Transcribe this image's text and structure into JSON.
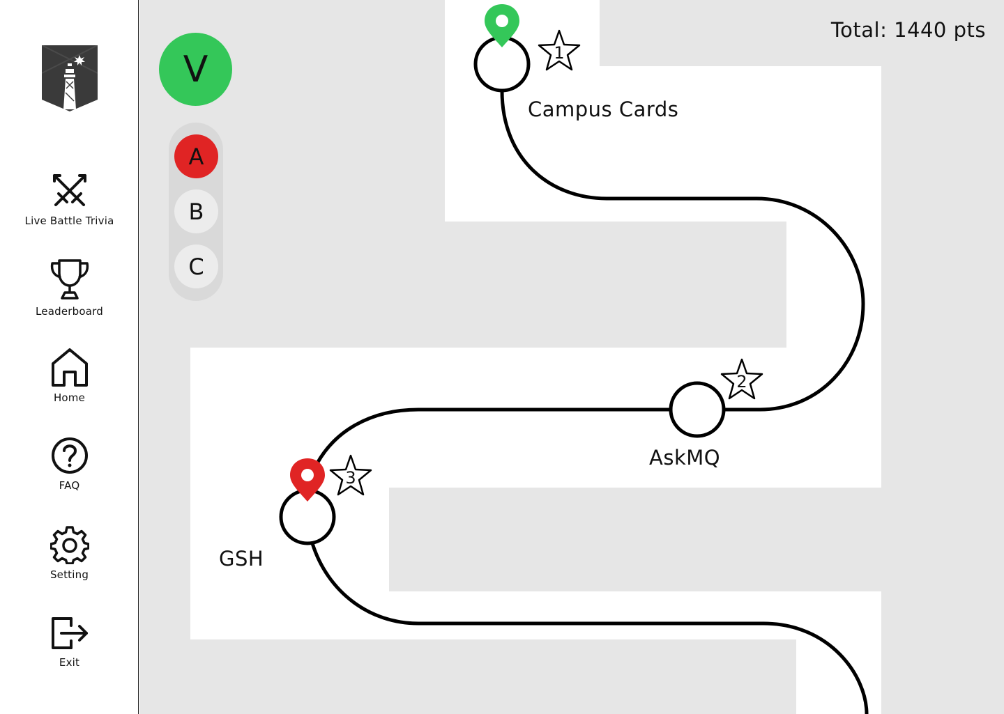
{
  "sidebar": {
    "items": [
      {
        "label": "Live Battle Trivia",
        "icon": "crossed-swords-icon"
      },
      {
        "label": "Leaderboard",
        "icon": "trophy-icon"
      },
      {
        "label": "Home",
        "icon": "home-icon"
      },
      {
        "label": "FAQ",
        "icon": "question-circle-icon"
      },
      {
        "label": "Setting",
        "icon": "gear-icon"
      },
      {
        "label": "Exit",
        "icon": "logout-icon"
      }
    ]
  },
  "user": {
    "initial": "V",
    "color": "#34c759"
  },
  "teams": {
    "options": [
      "A",
      "B",
      "C"
    ],
    "selected": "A",
    "selected_color": "#e02424"
  },
  "score": {
    "total": "Total: 1440 pts"
  },
  "route": {
    "stops": [
      {
        "number": "1",
        "name": "Campus Cards",
        "marker": "green-pin"
      },
      {
        "number": "2",
        "name": "AskMQ",
        "marker": "none"
      },
      {
        "number": "3",
        "name": "GSH",
        "marker": "red-pin"
      }
    ]
  },
  "colors": {
    "map_block": "#e6e6e6",
    "path": "#000000",
    "pin_green": "#34c759",
    "pin_red": "#e02424"
  }
}
